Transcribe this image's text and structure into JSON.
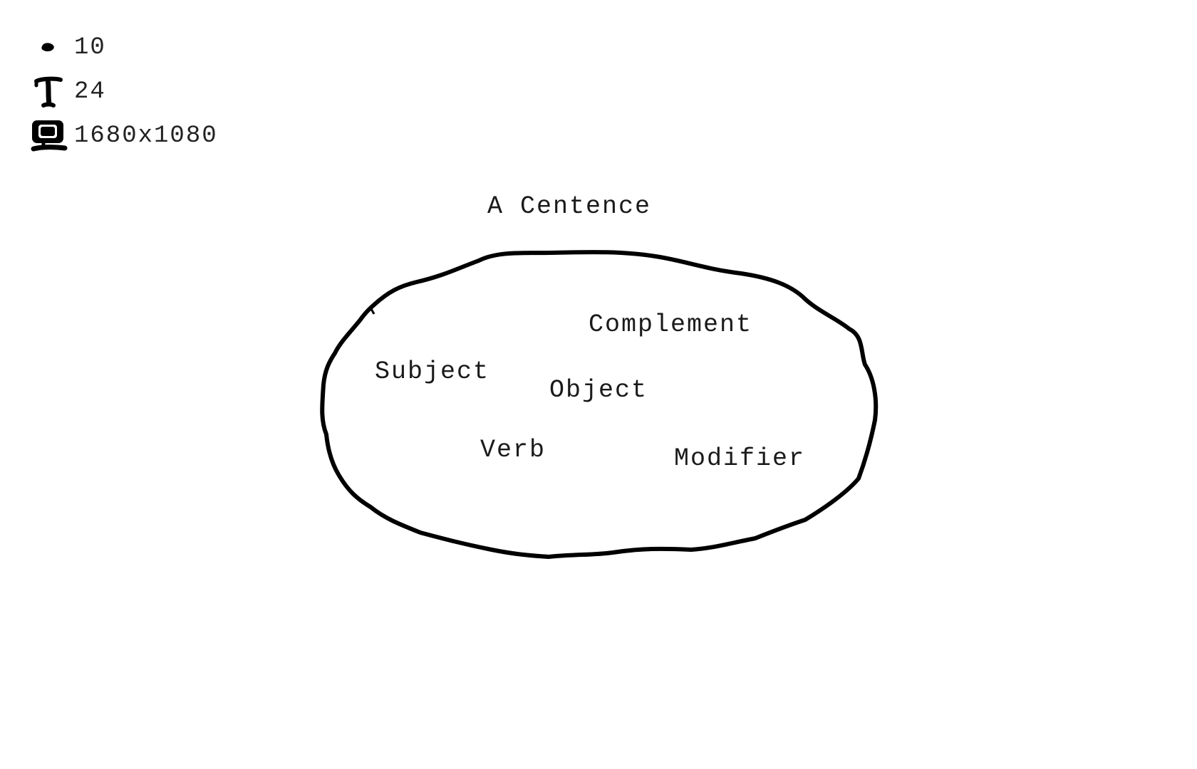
{
  "hud": {
    "brush_size": "10",
    "font_size": "24",
    "resolution": "1680x1080"
  },
  "icons": {
    "brush": "brush-dot-icon",
    "text": "text-cursor-icon",
    "monitor": "monitor-icon"
  },
  "diagram": {
    "title": "A Centence",
    "labels": {
      "complement": "Complement",
      "subject": "Subject",
      "object": "Object",
      "verb": "Verb",
      "modifier": "Modifier"
    }
  },
  "colors": {
    "ink": "#000000",
    "background": "#ffffff"
  }
}
